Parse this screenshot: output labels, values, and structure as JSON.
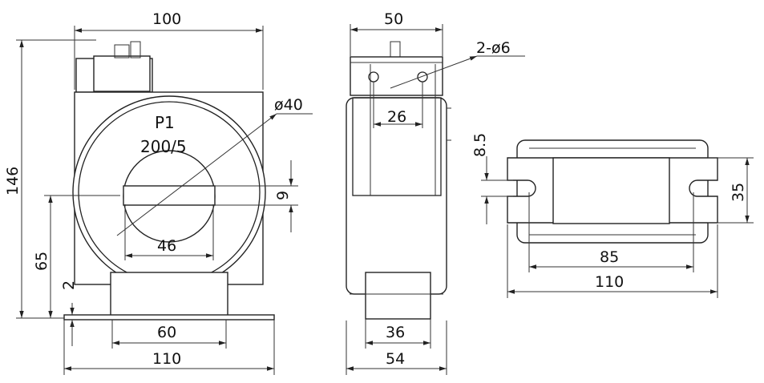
{
  "front_view": {
    "marking_line1": "P1",
    "marking_line2": "200/5",
    "dim_width_top": "100",
    "dim_height_total": "146",
    "dim_center_height": "65",
    "dim_base_thickness": "2",
    "dim_window_width": "46",
    "dim_diameter": "ø40",
    "dim_keyway": "9",
    "dim_foot_inner": "60",
    "dim_base_width": "110"
  },
  "side_view": {
    "dim_top_width": "50",
    "dim_holes": "2-ø6",
    "dim_hole_spacing": "26",
    "dim_foot_width": "36",
    "dim_base_width": "54"
  },
  "bottom_view": {
    "dim_slot": "8.5",
    "dim_height": "35",
    "dim_slot_spacing": "85",
    "dim_total_width": "110"
  }
}
